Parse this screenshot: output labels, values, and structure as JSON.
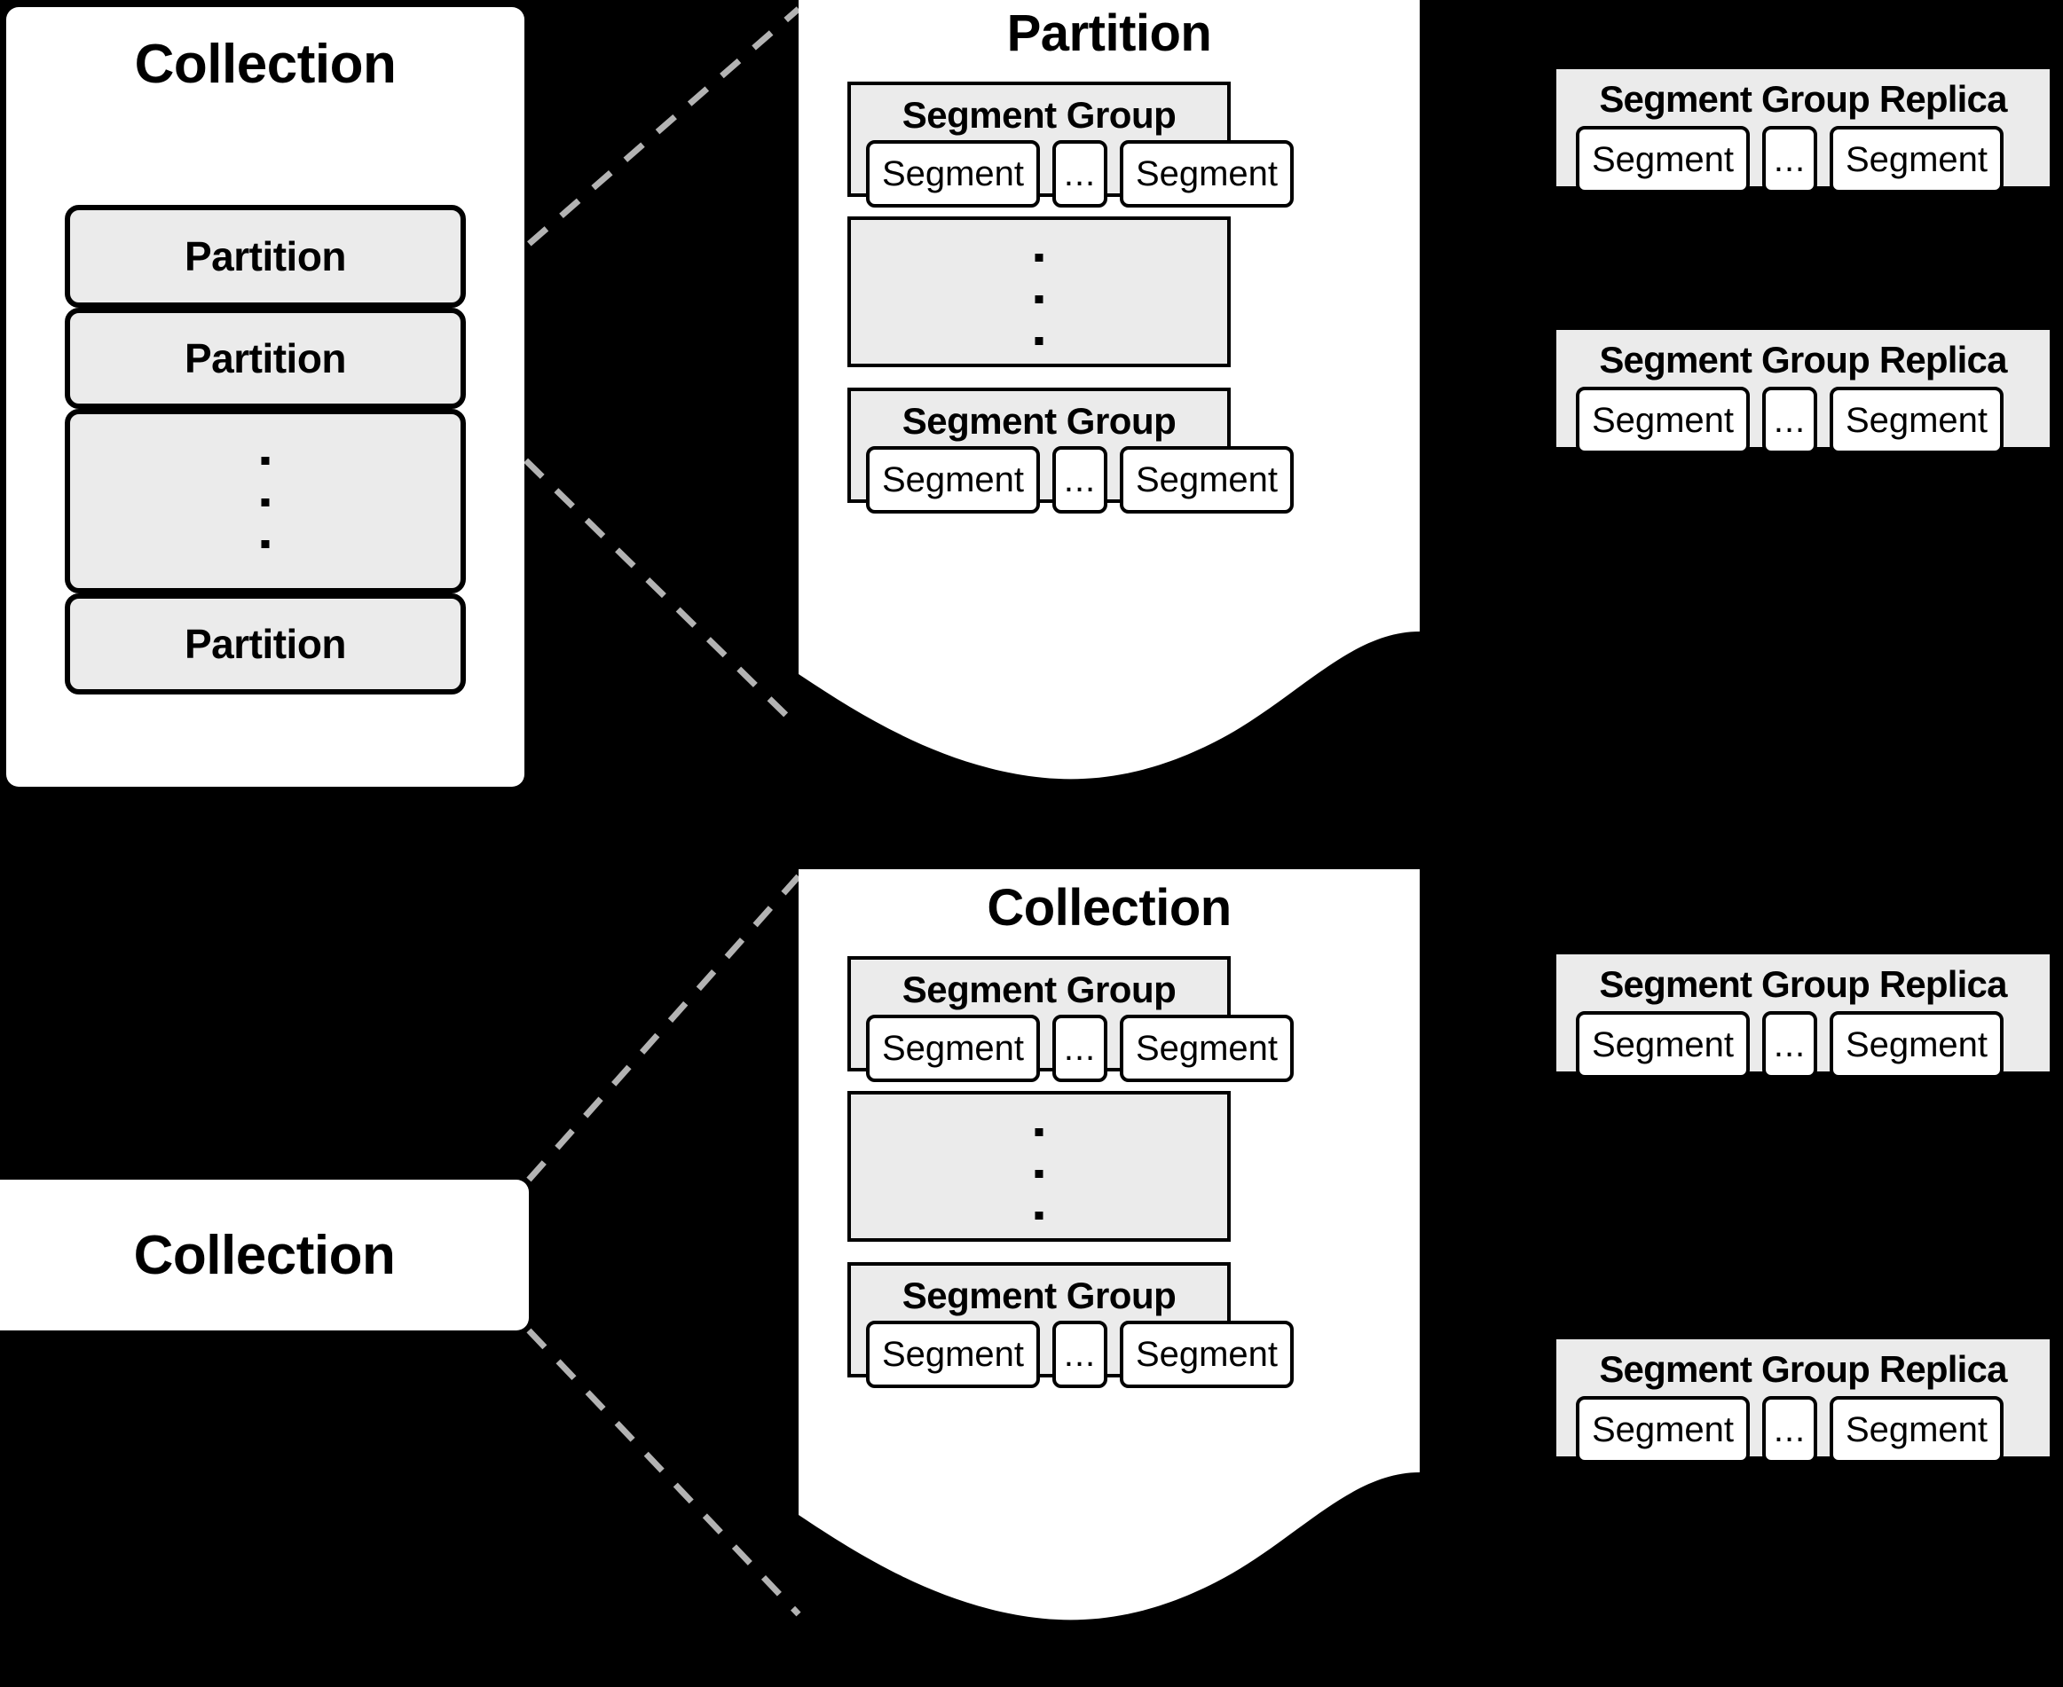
{
  "diagram": {
    "title": "Collection / Partition / Segment Group hierarchy",
    "background_color": "#000000",
    "panel_color": "#ffffff",
    "box_color": "#ebebeb",
    "line_color": "#000000",
    "connector_color": "#b3b3b3"
  },
  "labels": {
    "collection": "Collection",
    "partition": "Partition",
    "segment_group": "Segment Group",
    "segment_group_replica": "Segment Group Replica",
    "segment": "Segment",
    "ellipsis": "..."
  },
  "top_left_collection": {
    "title": "Collection",
    "rows": [
      {
        "type": "partition",
        "label": "Partition"
      },
      {
        "type": "partition",
        "label": "Partition"
      },
      {
        "type": "ellipsis",
        "label": ""
      },
      {
        "type": "partition",
        "label": "Partition"
      }
    ]
  },
  "top_partition_panel": {
    "title": "Partition",
    "groups": [
      {
        "type": "segment-group",
        "title": "Segment Group",
        "segments": [
          "Segment",
          "...",
          "Segment"
        ]
      },
      {
        "type": "ellipsis",
        "title": "",
        "segments": []
      },
      {
        "type": "segment-group",
        "title": "Segment Group",
        "segments": [
          "Segment",
          "...",
          "Segment"
        ]
      }
    ]
  },
  "top_replicas": [
    {
      "title": "Segment Group Replica",
      "segments": [
        "Segment",
        "...",
        "Segment"
      ]
    },
    {
      "title": "Segment Group Replica",
      "segments": [
        "Segment",
        "...",
        "Segment"
      ]
    }
  ],
  "bottom_left_collection": {
    "title": "Collection"
  },
  "bottom_collection_panel": {
    "title": "Collection",
    "groups": [
      {
        "type": "segment-group",
        "title": "Segment Group",
        "segments": [
          "Segment",
          "...",
          "Segment"
        ]
      },
      {
        "type": "ellipsis",
        "title": "",
        "segments": []
      },
      {
        "type": "segment-group",
        "title": "Segment Group",
        "segments": [
          "Segment",
          "...",
          "Segment"
        ]
      }
    ]
  },
  "bottom_replicas": [
    {
      "title": "Segment Group Replica",
      "segments": [
        "Segment",
        "...",
        "Segment"
      ]
    },
    {
      "title": "Segment Group Replica",
      "segments": [
        "Segment",
        "...",
        "Segment"
      ]
    }
  ]
}
